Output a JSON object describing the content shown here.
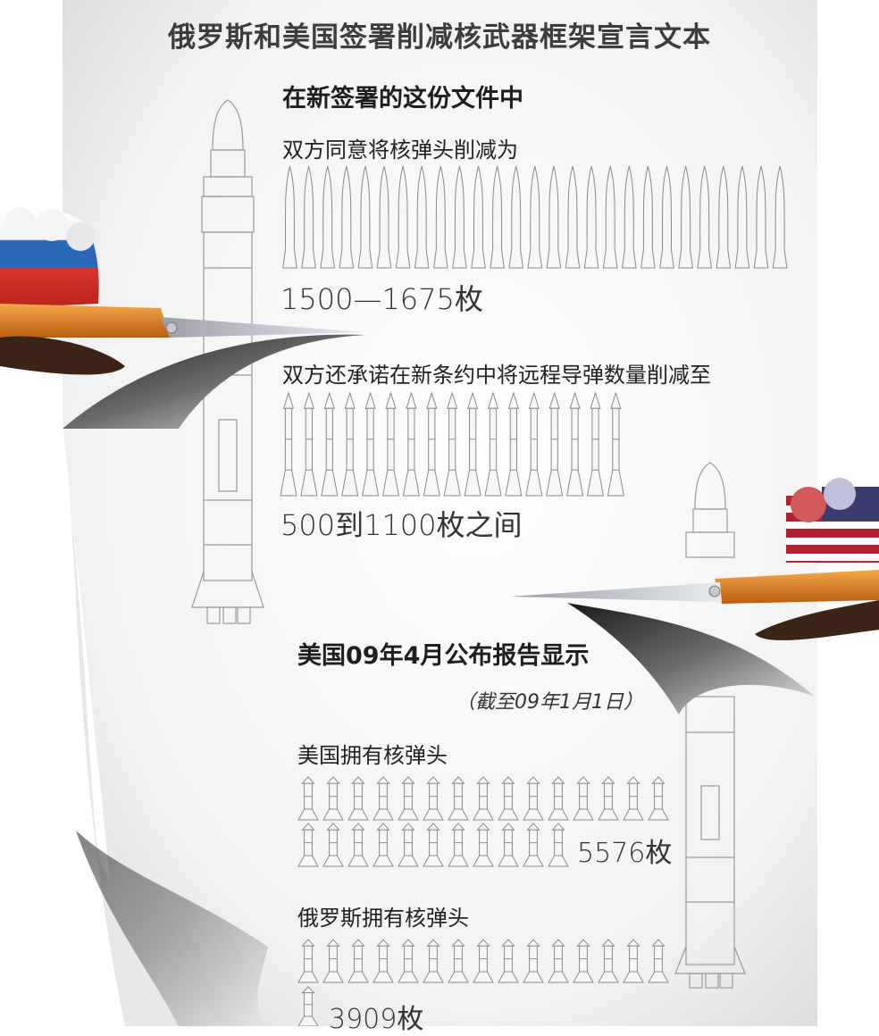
{
  "title": "俄罗斯和美国签署削减核武器框架宣言文本",
  "section1": {
    "heading": "在新签署的这份文件中",
    "warheads_label": "双方同意将核弹头削减为",
    "warheads_value": "1500—1675枚",
    "missiles_label": "双方还承诺在新条约中将远程导弹数量削减至",
    "missiles_value": "500到1100枚之间"
  },
  "section2": {
    "heading": "美国09年4月公布报告显示",
    "date_note": "（截至09年1月1日）",
    "us_label": "美国拥有核弹头",
    "us_value": "5576枚",
    "russia_label": "俄罗斯拥有核弹头",
    "russia_value": "3909枚"
  },
  "colors": {
    "flag_russia": [
      "#ffffff",
      "#1f5fb0",
      "#d8332a"
    ],
    "flag_usa": [
      "#b22234",
      "#ffffff",
      "#3c3b6e"
    ],
    "scissors_handle": "#e0821f"
  }
}
